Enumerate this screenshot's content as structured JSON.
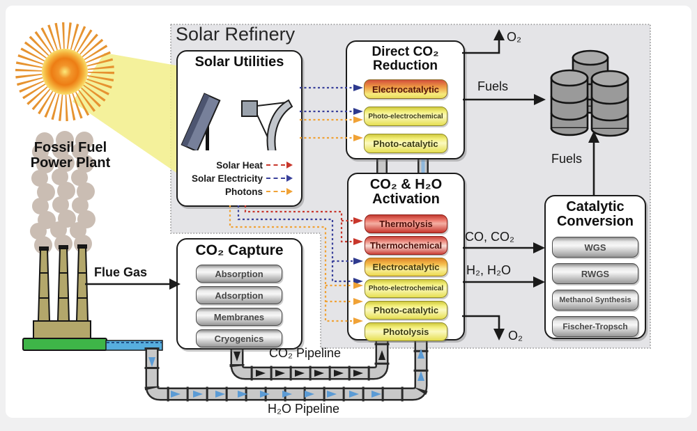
{
  "title": "Solar Refinery",
  "power_plant": {
    "label_line1": "Fossil Fuel",
    "label_line2": "Power Plant"
  },
  "solar_utilities": {
    "title": "Solar Utilities",
    "legend": [
      {
        "label": "Solar Heat",
        "css": "color:#c8362b"
      },
      {
        "label": "Solar Electricity",
        "css": "color:#3a419b"
      },
      {
        "label": "Photons",
        "css": "color:#f0a236"
      }
    ]
  },
  "direct_reduction": {
    "title_line1": "Direct CO₂",
    "title_line2": "Reduction",
    "pills": [
      "Electrocatalytic",
      "Photo-electrochemical",
      "Photo-catalytic"
    ]
  },
  "activation": {
    "title_line1": "CO₂ & H₂O",
    "title_line2": "Activation",
    "pills": [
      "Thermolysis",
      "Thermochemical",
      "Electrocatalytic",
      "Photo-electrochemical",
      "Photo-catalytic",
      "Photolysis"
    ]
  },
  "co2_capture": {
    "title": "CO₂ Capture",
    "pills": [
      "Absorption",
      "Adsorption",
      "Membranes",
      "Cryogenics"
    ]
  },
  "catalytic_conversion": {
    "title_line1": "Catalytic",
    "title_line2": "Conversion",
    "pills": [
      "WGS",
      "RWGS",
      "Methanol Synthesis",
      "Fischer-Tropsch"
    ]
  },
  "flows": {
    "flue_gas": "Flue Gas",
    "fuels_right": "Fuels",
    "fuels_up": "Fuels",
    "o2_top": "O₂",
    "o2_bottom": "O₂",
    "co_co2": "CO, CO₂",
    "h2_h2o": "H₂, H₂O",
    "co2_pipeline": "CO₂ Pipeline",
    "h2o_pipeline": "H₂O Pipeline"
  },
  "colors": {
    "solar_heat": "#c8362b",
    "solar_electricity": "#3a419b",
    "photons": "#f0a236",
    "h2o_flow": "#5b9bd5",
    "co2_flow": "#1a1a1a",
    "refinery_fill": "#e4e4e7"
  }
}
